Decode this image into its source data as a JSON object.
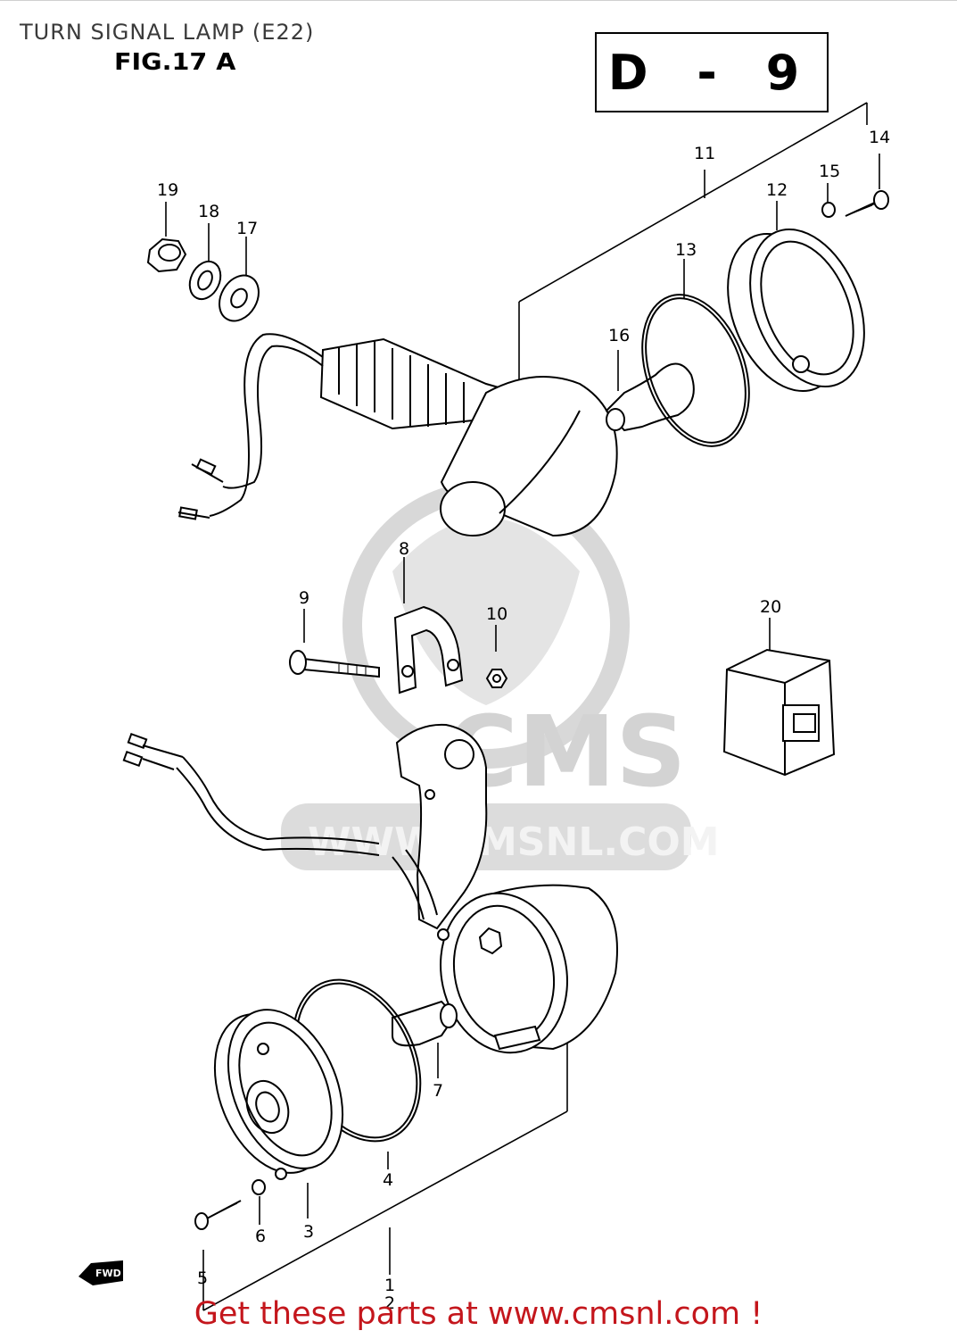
{
  "header": {
    "title": "TURN SIGNAL LAMP (E22)",
    "figure": "FIG.17 A",
    "diagram_code": "D - 9"
  },
  "watermark": {
    "brand": "CMS",
    "url": "WWW.CMSNL.COM"
  },
  "forward_marker": "FWD",
  "part_labels": {
    "p1": "1",
    "p2": "2",
    "p3": "3",
    "p4": "4",
    "p5": "5",
    "p6": "6",
    "p7": "7",
    "p8": "8",
    "p9": "9",
    "p10": "10",
    "p11": "11",
    "p12": "12",
    "p13": "13",
    "p14": "14",
    "p15": "15",
    "p16": "16",
    "p17": "17",
    "p18": "18",
    "p19": "19",
    "p20": "20"
  },
  "footer": {
    "link_text": "Get these parts at www.cmsnl.com !"
  },
  "colors": {
    "footer_text": "#c4161c",
    "line": "#000000",
    "watermark": "#cfcfcf"
  }
}
